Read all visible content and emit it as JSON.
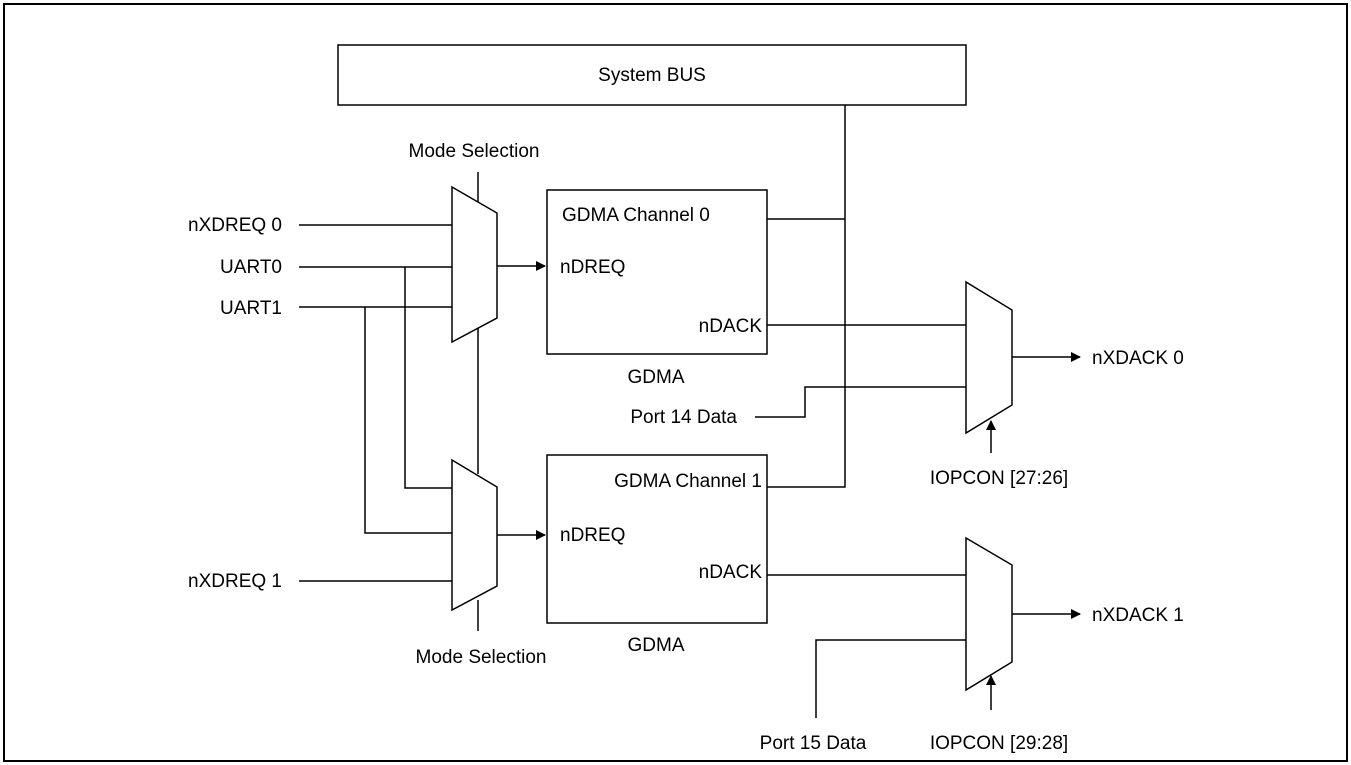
{
  "system_bus": {
    "label": "System BUS"
  },
  "inputs": {
    "nxdreq0": "nXDREQ 0",
    "uart0": "UART0",
    "uart1": "UART1",
    "nxdreq1": "nXDREQ 1"
  },
  "mode_selection_top": "Mode Selection",
  "mode_selection_bottom": "Mode Selection",
  "channel0": {
    "title": "GDMA Channel 0",
    "ndreq": "nDREQ",
    "ndack": "nDACK",
    "caption": "GDMA"
  },
  "channel1": {
    "title": "GDMA Channel 1",
    "ndreq": "nDREQ",
    "ndack": "nDACK",
    "caption": "GDMA"
  },
  "port14": "Port 14 Data",
  "port15": "Port 15 Data",
  "iopcon0": "IOPCON [27:26]",
  "iopcon1": "IOPCON [29:28]",
  "outputs": {
    "nxdack0": "nXDACK 0",
    "nxdack1": "nXDACK 1"
  }
}
